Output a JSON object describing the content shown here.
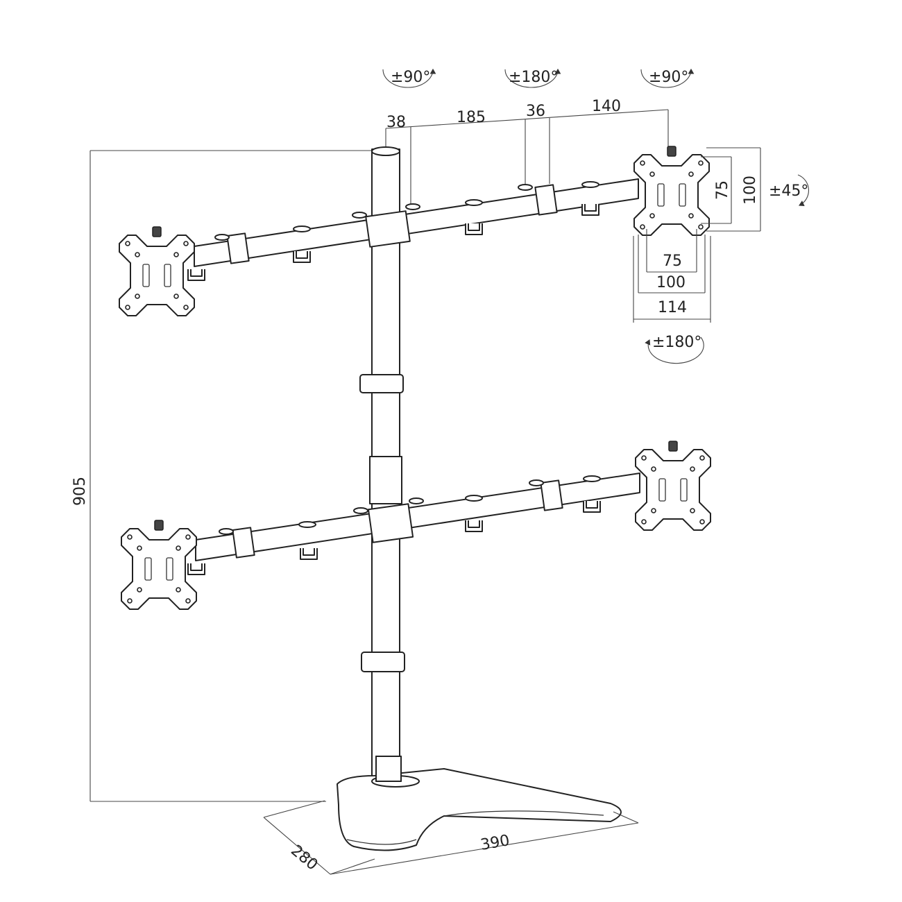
{
  "rotations": {
    "left_arm_swivel": "±90°",
    "center_swivel": "±180°",
    "right_arm_swivel": "±90°",
    "tilt": "±45°",
    "screen_rotation": "±180°"
  },
  "arm_dimensions": {
    "d1": "38",
    "d2": "185",
    "d3": "36",
    "d4": "140"
  },
  "vesa": {
    "inner_h": "75",
    "outer_h": "100",
    "inner_w": "75",
    "outer_w": "100",
    "plate_w": "114"
  },
  "stand": {
    "height": "905",
    "base_depth": "280",
    "base_width": "390"
  }
}
